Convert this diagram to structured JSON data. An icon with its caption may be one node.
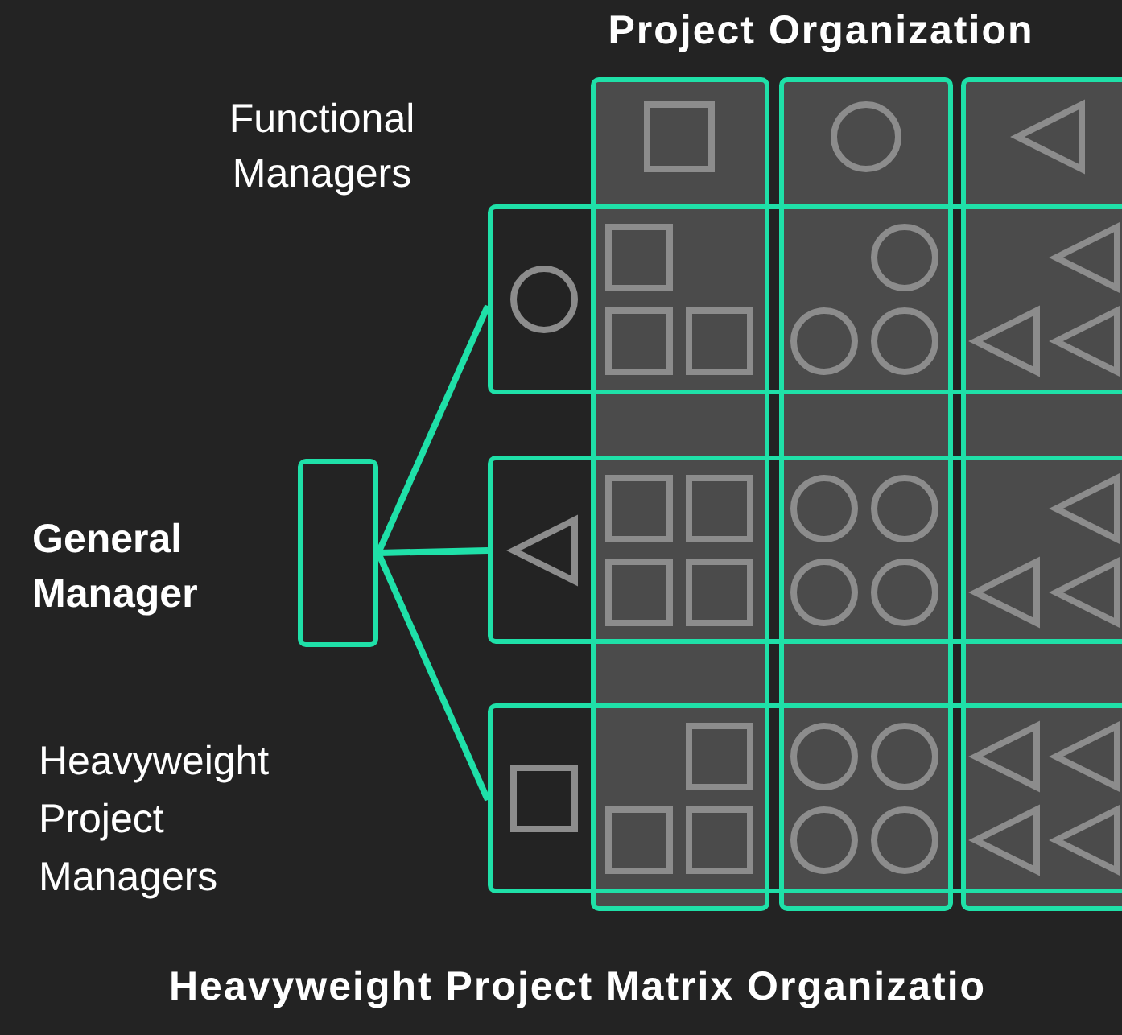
{
  "diagram": {
    "title": "Project Organization",
    "caption": "Heavyweight Project Matrix Organizatio",
    "nodes": [
      {
        "text": [],
        "shape": "box",
        "beside": [
          "General Manager"
        ]
      },
      {
        "text": [],
        "shape": "box"
      },
      {
        "text": [],
        "shape": "box"
      },
      {
        "text": [],
        "shape": "box"
      },
      {
        "text": [],
        "shape": "box"
      },
      {
        "text": [],
        "shape": "box"
      },
      {
        "text": [],
        "shape": "box"
      }
    ],
    "edges": [
      {
        "from": 0,
        "to": 1,
        "arrow": "none"
      },
      {
        "from": 0,
        "to": 2,
        "arrow": "none"
      },
      {
        "from": 0,
        "to": 3,
        "arrow": "none"
      }
    ],
    "labels": [
      "Functional Managers",
      "Heavyweight Project Managers"
    ]
  }
}
